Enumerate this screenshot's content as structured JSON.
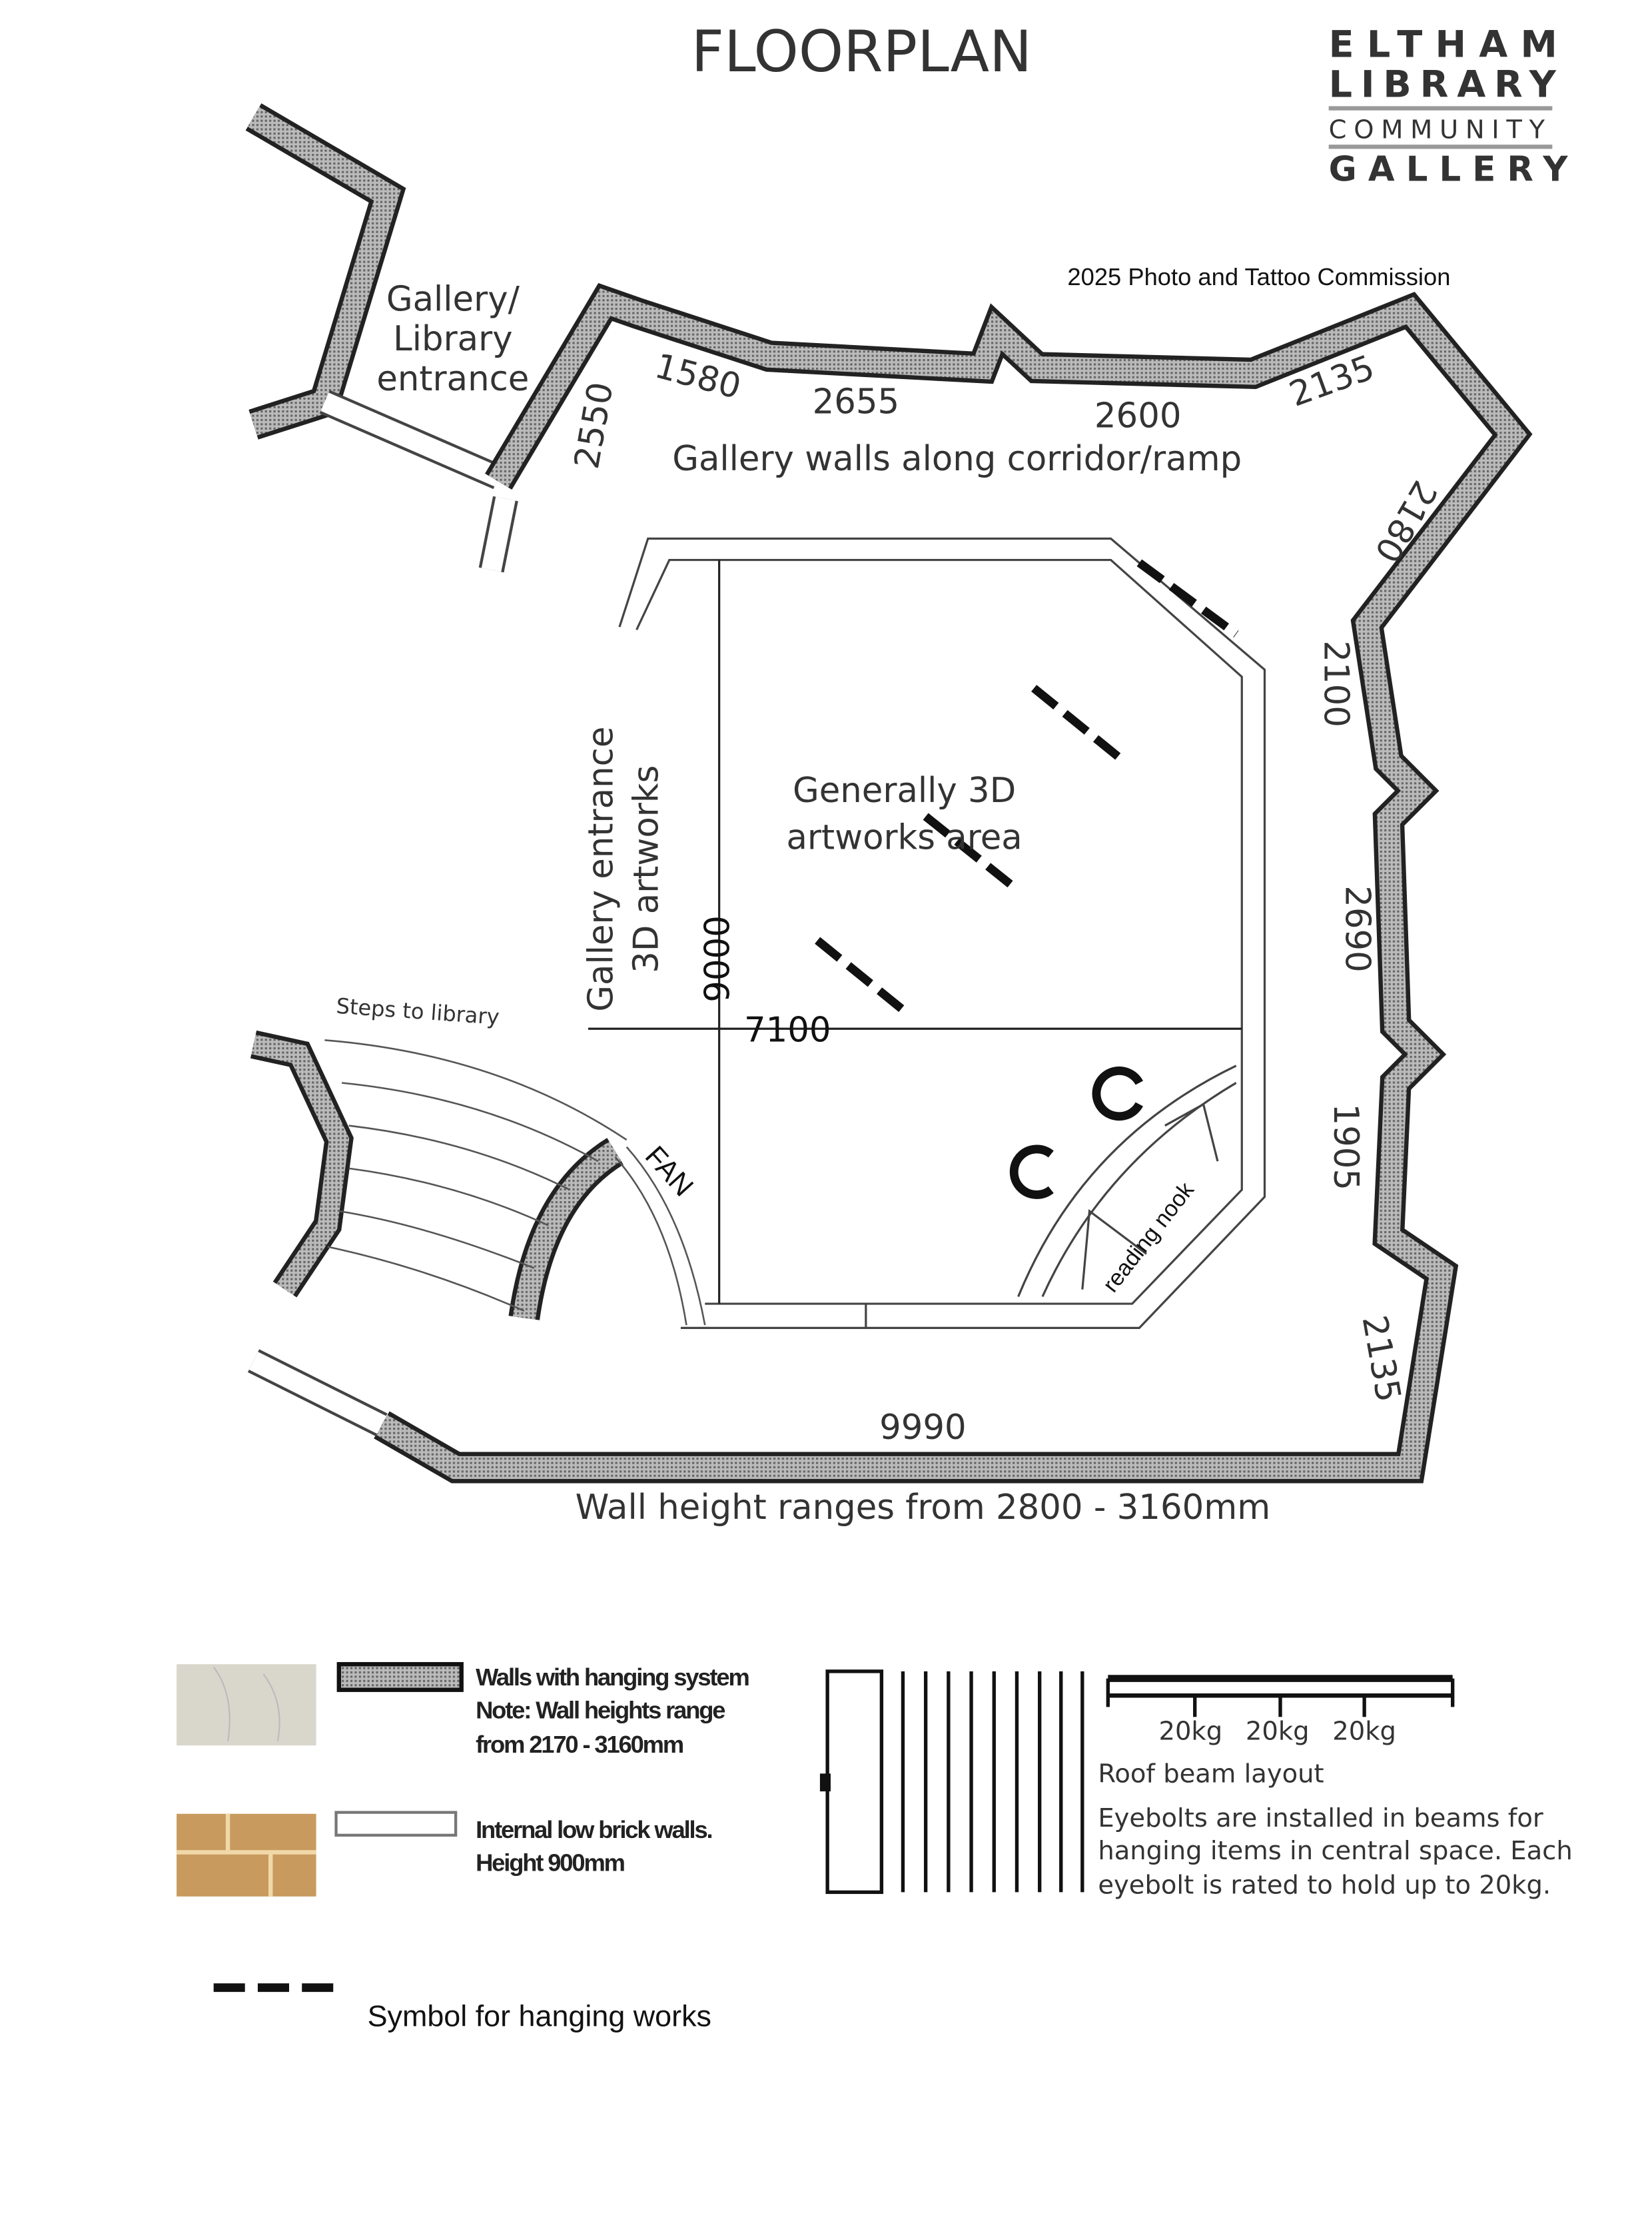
{
  "title": "FLOORPLAN",
  "logo": {
    "lines": [
      "ELTHAM",
      "LIBRARY",
      "COMMUNITY",
      "GALLERY"
    ]
  },
  "subtitle": "2025 Photo and Tattoo Commission",
  "labels": {
    "entrance": [
      "Gallery/",
      "Library",
      "entrance"
    ],
    "corridor": "Gallery walls along corridor/ramp",
    "central": [
      "Generally 3D",
      "artworks area"
    ],
    "gallery_entrance": [
      "Gallery entrance",
      "3D artworks"
    ],
    "steps": "Steps to library",
    "fan": "FAN",
    "reading_nook": "reading nook",
    "wall_height": "Wall height ranges from 2800 - 3160mm"
  },
  "dimensions": {
    "d2550": "2550",
    "d1580": "1580",
    "d2655": "2655",
    "d2600": "2600",
    "d2135a": "2135",
    "d2180": "2180",
    "d2100": "2100",
    "d2690": "2690",
    "d1905": "1905",
    "d2135b": "2135",
    "d9990": "9990",
    "d9000": "9000",
    "d7100": "7100"
  },
  "legend": {
    "hanging_walls": [
      "Walls with hanging system",
      "Note: Wall heights range",
      "from 2170 - 3160mm"
    ],
    "low_walls": [
      "Internal low brick walls.",
      "Height 900mm"
    ],
    "beam_loads": [
      "20kg",
      "20kg",
      "20kg"
    ],
    "roof_beam_title": "Roof beam layout",
    "eyebolt_note": [
      "Eyebolts are installed in beams for",
      "hanging items in central space. Each",
      "eyebolt is rated to hold up to 20kg."
    ],
    "hanging_symbol": "Symbol for hanging works"
  }
}
